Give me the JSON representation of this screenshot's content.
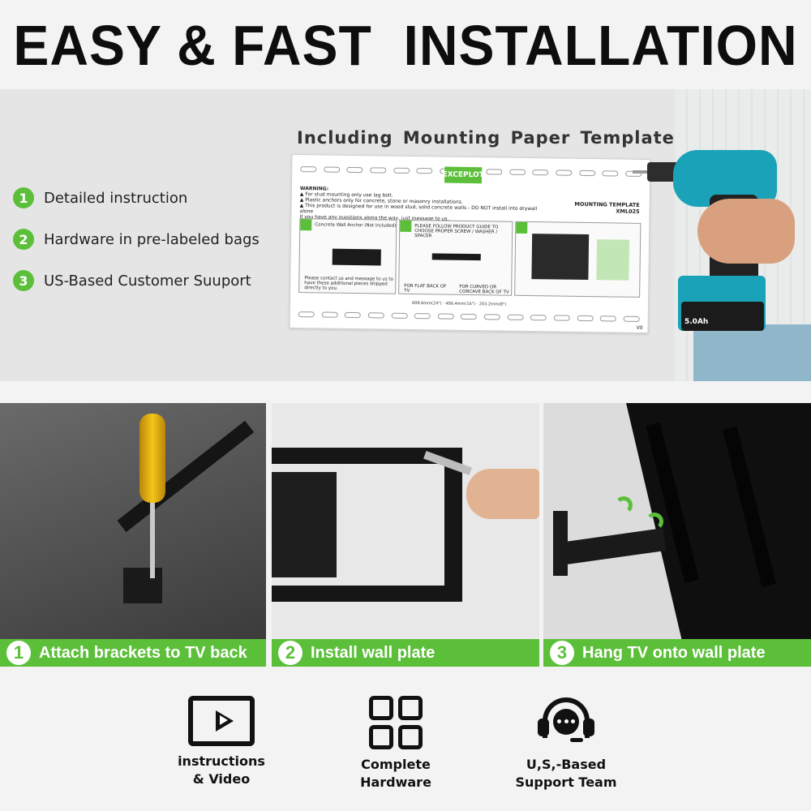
{
  "title": "EASY & FAST  INSTALLATION",
  "template_heading": "Including Mounting Paper Template",
  "features": [
    {
      "num": "1",
      "text": "Detailed instruction"
    },
    {
      "num": "2",
      "text": "Hardware in pre-labeled bags"
    },
    {
      "num": "3",
      "text": "US-Based Customer Suuport"
    }
  ],
  "paper": {
    "logo": "EXCEPLOT",
    "warning_title": "WARNING:",
    "warning_lines": [
      "▲ For stud mounting only use lag bolt.",
      "▲ Plastic anchors only for concrete, stone or masonry installations.",
      "▲ This product is designed for use in wood stud, solid concrete walls - DO NOT install into drywall alone",
      "If you have any questions along the way, just message to us."
    ],
    "mounting_template": "MOUNTING TEMPLATE",
    "model": "XML025",
    "panel1_caption": "Concrete Wall Anchor (Not included)",
    "panel1_note": "Please contact us and message to us to have these additional pieces shipped directly to you.",
    "panel2_caption": "PLEASE FOLLOW PRODUCT GUIDE TO CHOOSE PROPER SCREW / WASHER / SPACER",
    "panel2_flat": "FOR FLAT BACK OF TV",
    "panel2_curved": "FOR CURVED OR CONCAVE BACK OF TV",
    "dims": "609.6mm(24\") · 406.4mm(16\") · 203.2mm(8\")",
    "version": "V0"
  },
  "drill_battery": "5.0Ah",
  "steps": [
    {
      "num": "1",
      "text": "Attach brackets to TV back"
    },
    {
      "num": "2",
      "text": "Install wall plate"
    },
    {
      "num": "3",
      "text": "Hang TV onto wall plate"
    }
  ],
  "bottom_icons": [
    {
      "icon": "video-play-icon",
      "line1": "instructions",
      "line2": "& Video"
    },
    {
      "icon": "hardware-grid-icon",
      "line1": "Complete",
      "line2": "Hardware"
    },
    {
      "icon": "headset-support-icon",
      "line1": "U,S,-Based",
      "line2": "Support Team"
    }
  ],
  "colors": {
    "accent_green": "#5cbf3a",
    "drill_teal": "#1aa3b8",
    "background": "#f2f3f2"
  }
}
